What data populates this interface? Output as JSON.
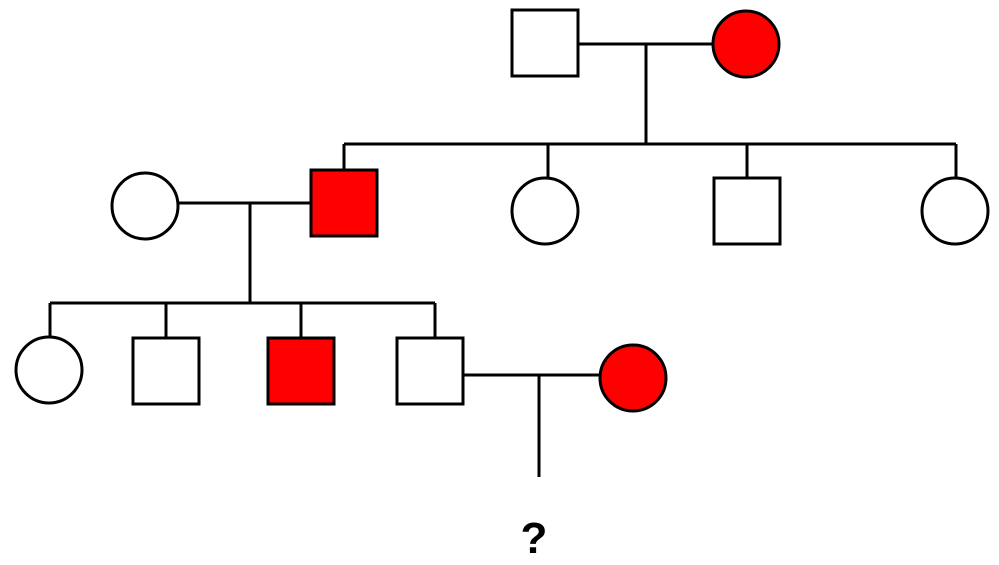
{
  "legend": {
    "affected_color": "#ff0000",
    "unaffected_color": "#ffffff",
    "stroke_color": "#000000"
  },
  "generations": [
    {
      "id": "I",
      "individuals": [
        {
          "id": "I-1",
          "sex": "male",
          "affected": false
        },
        {
          "id": "I-2",
          "sex": "female",
          "affected": true
        }
      ]
    },
    {
      "id": "II",
      "individuals": [
        {
          "id": "II-spouse",
          "sex": "female",
          "affected": false
        },
        {
          "id": "II-1",
          "sex": "male",
          "affected": true
        },
        {
          "id": "II-2",
          "sex": "female",
          "affected": false
        },
        {
          "id": "II-3",
          "sex": "male",
          "affected": false
        },
        {
          "id": "II-4",
          "sex": "female",
          "affected": false
        }
      ]
    },
    {
      "id": "III",
      "individuals": [
        {
          "id": "III-1",
          "sex": "female",
          "affected": false
        },
        {
          "id": "III-2",
          "sex": "male",
          "affected": false
        },
        {
          "id": "III-3",
          "sex": "male",
          "affected": true
        },
        {
          "id": "III-4",
          "sex": "male",
          "affected": false
        },
        {
          "id": "III-spouse",
          "sex": "female",
          "affected": true
        }
      ]
    }
  ],
  "unknown_offspring": {
    "label": "?"
  }
}
